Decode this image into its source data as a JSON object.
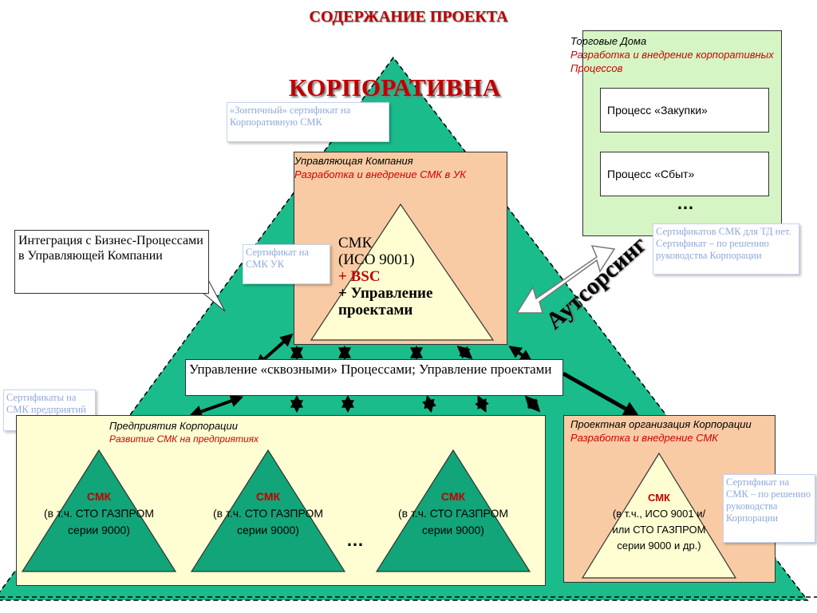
{
  "title": "СОДЕРЖАНИЕ ПРОЕКТА",
  "corp_label": "КОРПОРАТИВНА",
  "notes": {
    "umbrella": "«Зонтичный» сертификат на Корпоративную СМК",
    "uk": "Сертификат на СМК УК",
    "td": "Сертификатов СМК для ТД нет. Сертификат – по решению руководства Корпорации",
    "enterprises": "Сертификаты на СМК предприятий",
    "project_org": "Сертификат на СМК – по решению руководства Корпорации"
  },
  "trading_houses": {
    "title": "Торговые Дома",
    "subtitle": "Разработка и внедрение корпоративных Процессов",
    "process1": "Процесс «Закупки»",
    "process2": "Процесс «Сбыт»",
    "ellipsis": "…"
  },
  "managing_company": {
    "title": "Управляющая Компания",
    "subtitle": "Разработка и внедрение СМК в УК",
    "smk_line1": "СМК",
    "smk_line2": "(ИСО 9001)",
    "smk_line3": "+ BSC",
    "smk_line4": "+ Управление проектами"
  },
  "integration_callout": "Интеграция с Бизнес-Процессами в Управляющей Компании",
  "cross_processes": "Управление «сквозными» Процессами; Управление проектами",
  "outsourcing": "Аутсорсинг",
  "enterprises": {
    "title": "Предприятия Корпорации",
    "subtitle": "Развитие СМК на предприятиях",
    "tri_label": "СМК",
    "tri_text": "(в т.ч. СТО ГАЗПРОМ серии 9000)",
    "ellipsis": "…"
  },
  "project_org": {
    "title": "Проектная организация Корпорации",
    "subtitle": "Разработка и внедрение СМК",
    "tri_label": "СМК",
    "tri_text": "(в т.ч., ИСО 9001 и/или СТО ГАЗПРОМ серии 9000 и др.)"
  },
  "colors": {
    "pyramid": "#1abc8c",
    "uk_box": "#f8cba4",
    "td_box": "#d6f5c4",
    "enterprise_box": "#fefed2",
    "project_box": "#f8cba4",
    "small_triangle": "#12a579",
    "uk_triangle": "#fefed2",
    "accent": "#c00000"
  }
}
